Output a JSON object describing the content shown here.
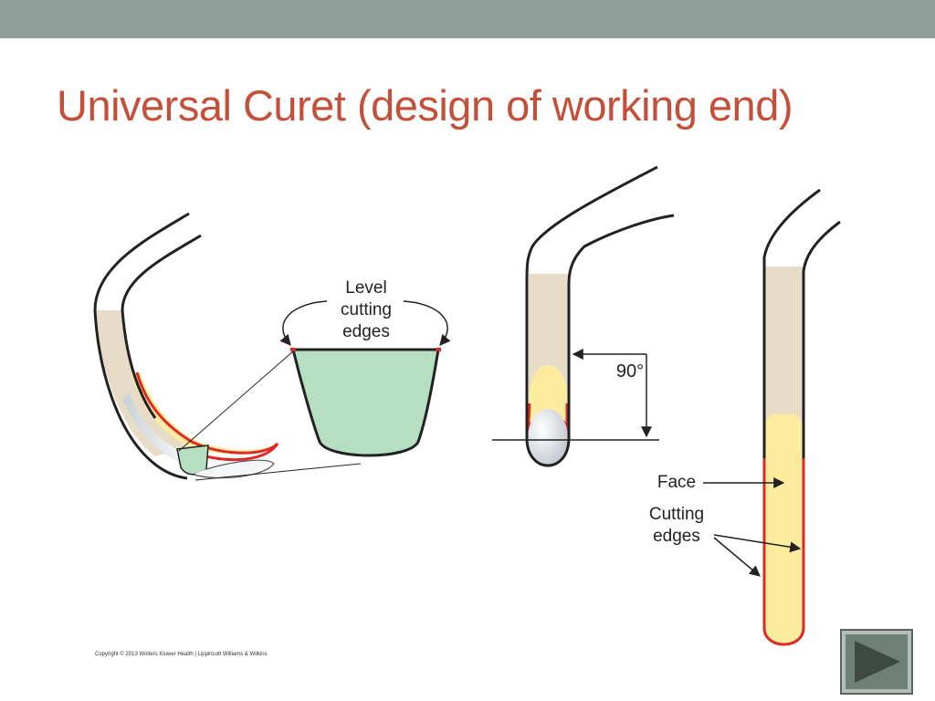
{
  "slide": {
    "title": "Universal Curet (design of working end)",
    "copyright": "Copyright © 2013 Wolters Kluwer Health | Lippincott Williams & Wilkins"
  },
  "labels": {
    "level_line1": "Level",
    "level_line2": "cutting",
    "level_line3": "edges",
    "angle": "90°",
    "face": "Face",
    "cutting_line1": "Cutting",
    "cutting_line2": "edges"
  },
  "colors": {
    "header_bar": "#8fa09b",
    "title": "#c4503a",
    "shank": "#e6dcc8",
    "face": "#fdeb9e",
    "cross_section": "#b6dfc2",
    "cutting_edge": "#dd2a26",
    "nav_button": "#6f8079"
  },
  "nav": {
    "next_icon": "play-right-icon"
  }
}
